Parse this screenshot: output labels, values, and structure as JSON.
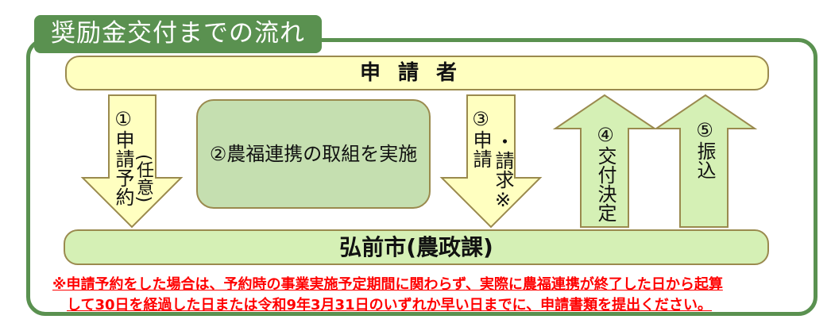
{
  "title": "奨励金交付までの流れ",
  "top_bar": "申請者",
  "bottom_bar": "弘前市(農政課)",
  "steps": {
    "step1": {
      "main": "①申請予約",
      "sub": "(任意)",
      "direction": "down"
    },
    "step2": {
      "label": "②農福連携の取組を実施"
    },
    "step3": {
      "main": "③申請",
      "sub": "・請求※",
      "direction": "down"
    },
    "step4": {
      "main": "④交付決定",
      "direction": "up"
    },
    "step5": {
      "main": "⑤振込",
      "direction": "up"
    }
  },
  "note": {
    "line1": "※申請予約をした場合は、予約時の事業実施予定期間に関わらず、実際に農福連携が終了した日から起算",
    "line2": "して30日を経過した日または令和9年3月31日のいずれか早い日までに、申請書類を提出ください。"
  },
  "colors": {
    "frame_green": "#5a9150",
    "applicant_bar": "#ffffc0",
    "city_bar": "#d5f0b5",
    "action_box": "#c5dfb0",
    "down_arrow": "#ffffc0",
    "up_arrow": "#d5f0b5",
    "outline": "#9a8a4e",
    "note_red": "#ff0000"
  }
}
